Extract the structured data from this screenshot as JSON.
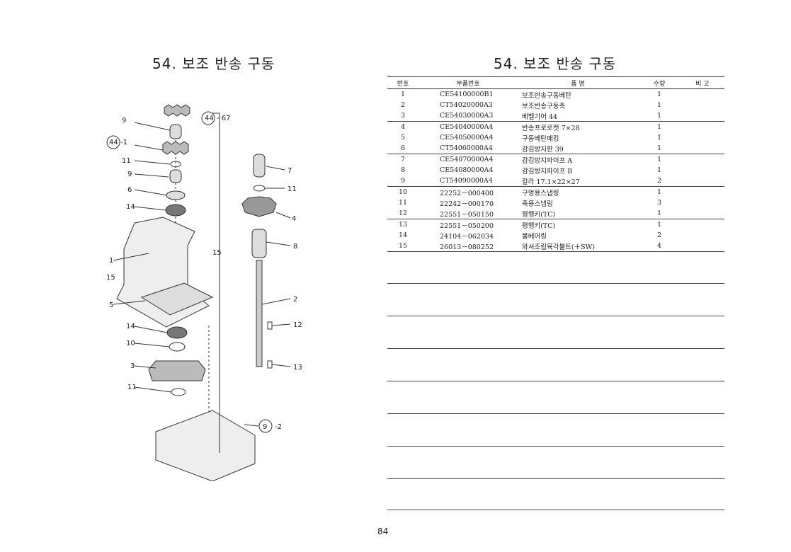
{
  "page": {
    "left_title": "54. 보조 반송 구동",
    "right_title": "54. 보조 반송 구동",
    "page_number": "84"
  },
  "diagram": {
    "callouts": [
      "9",
      "44",
      "- 67",
      "44",
      "-1",
      "11",
      "9",
      "6",
      "14",
      "1",
      "15",
      "15",
      "5",
      "14",
      "10",
      "3",
      "11",
      "7",
      "11",
      "4",
      "8",
      "2",
      "12",
      "13",
      "9",
      "-2"
    ]
  },
  "table": {
    "headers": {
      "no": "번호",
      "part": "부품번호",
      "name": "품     명",
      "qty": "수량",
      "note": "비  고"
    },
    "rows": [
      {
        "no": "1",
        "part": "CE54100000B1",
        "name": "보조반송구동베탄",
        "qty": "1"
      },
      {
        "no": "2",
        "part": "CT54020000A3",
        "name": "보조반송구동축",
        "qty": "1"
      },
      {
        "no": "3",
        "part": "CE54030000A3",
        "name": "베벨기어 44",
        "qty": "1"
      },
      {
        "no": "4",
        "part": "CE54040000A4",
        "name": "반송프로로켓 7×28",
        "qty": "1"
      },
      {
        "no": "5",
        "part": "CE54050000A4",
        "name": "구동베탄패킹",
        "qty": "1"
      },
      {
        "no": "6",
        "part": "CT54060000A4",
        "name": "감김방지판 39",
        "qty": "1"
      },
      {
        "no": "7",
        "part": "CE54070000A4",
        "name": "감김방지파이프 A",
        "qty": "1"
      },
      {
        "no": "8",
        "part": "CE54080000A4",
        "name": "감김방지파이프 B",
        "qty": "1"
      },
      {
        "no": "9",
        "part": "CT54090000A4",
        "name": "칼라 17.1×22×27",
        "qty": "2"
      },
      {
        "no": "10",
        "part": "22252－000400",
        "name": "구멍용스냅링",
        "qty": "1"
      },
      {
        "no": "11",
        "part": "22242－000170",
        "name": "축용스냅링",
        "qty": "3"
      },
      {
        "no": "12",
        "part": "22551－050150",
        "name": "평행키(TC)",
        "qty": "1"
      },
      {
        "no": "13",
        "part": "22551－050200",
        "name": "평행키(TC)",
        "qty": "1"
      },
      {
        "no": "14",
        "part": "24104－062034",
        "name": "볼베어링",
        "qty": "2"
      },
      {
        "no": "15",
        "part": "26013－080252",
        "name": "와셔조립육각볼트(＋SW)",
        "qty": "4"
      }
    ]
  }
}
